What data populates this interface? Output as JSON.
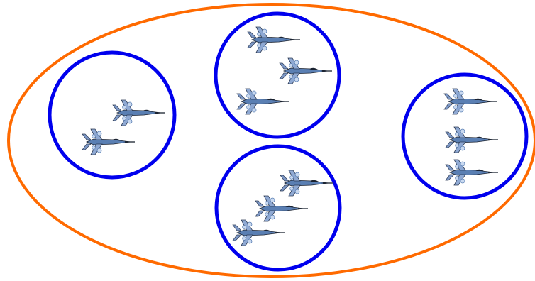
{
  "diagram": {
    "colors": {
      "background": "#ffffff",
      "outer_ellipse": "#ff6a00",
      "group_circles": "#0000ee",
      "jet_body": "#5a7fb3",
      "jet_highlight": "#c9d9f0",
      "jet_dark": "#1a2230"
    },
    "outer_group": {
      "shape": "ellipse",
      "icon_name": "outer-boundary"
    },
    "groups": [
      {
        "id": "group-left",
        "aircraft_count": 2,
        "icon_name": "fighter-jet-icon"
      },
      {
        "id": "group-top-center",
        "aircraft_count": 3,
        "icon_name": "fighter-jet-icon"
      },
      {
        "id": "group-bottom-center",
        "aircraft_count": 3,
        "icon_name": "fighter-jet-icon"
      },
      {
        "id": "group-right",
        "aircraft_count": 3,
        "icon_name": "fighter-jet-icon"
      }
    ]
  }
}
